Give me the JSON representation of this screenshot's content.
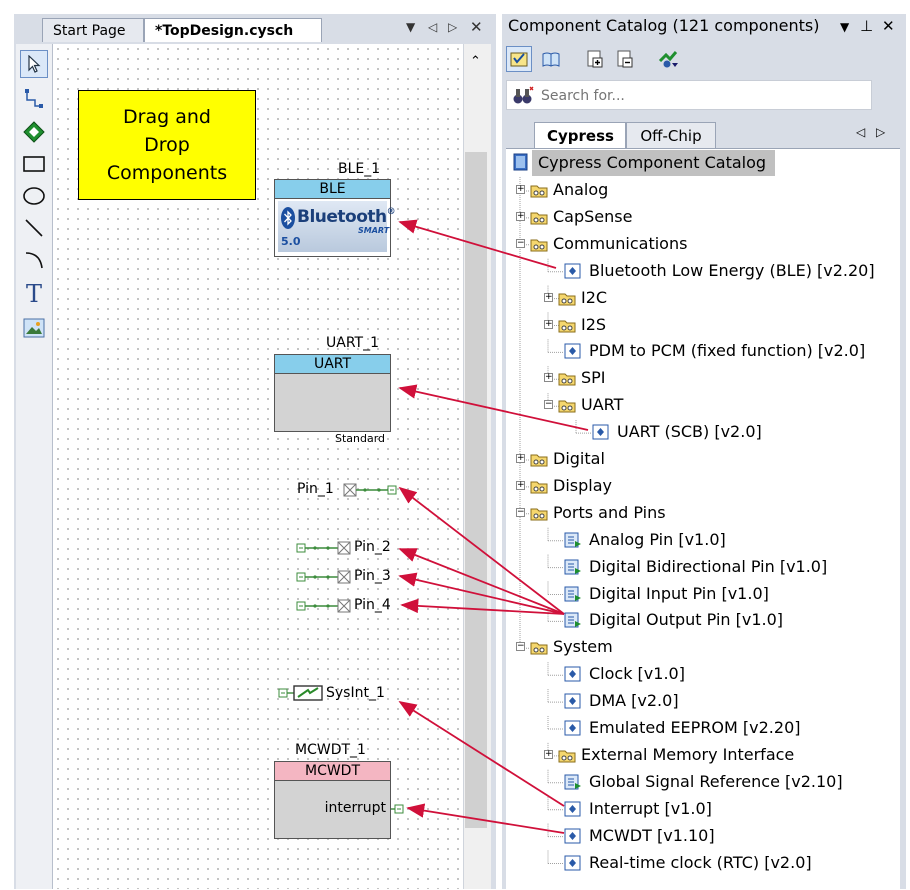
{
  "editor": {
    "tabs": [
      {
        "label": "Start Page",
        "active": false
      },
      {
        "label": "*TopDesign.cysch",
        "active": true
      }
    ],
    "tools": [
      "pointer-icon",
      "wire-icon",
      "diamond-icon",
      "rectangle-icon",
      "ellipse-icon",
      "line-icon",
      "arc-icon",
      "text-icon",
      "image-icon"
    ],
    "note": {
      "lines": [
        "Drag and",
        "Drop",
        "Components"
      ]
    },
    "components": {
      "ble": {
        "instance": "BLE_1",
        "type": "BLE",
        "logo_text": "Bluetooth",
        "logo_reg": "®",
        "logo_sub": "SMART",
        "version": "5.0",
        "header_color": "#87ceeb"
      },
      "uart": {
        "instance": "UART_1",
        "type": "UART",
        "footer": "Standard",
        "header_color": "#87ceeb"
      },
      "pins": [
        "Pin_1",
        "Pin_2",
        "Pin_3",
        "Pin_4"
      ],
      "sysint": {
        "instance": "SysInt_1"
      },
      "mcwdt": {
        "instance": "MCWDT_1",
        "type": "MCWDT",
        "terminal": "interrupt",
        "header_color": "#f4b6c2"
      }
    }
  },
  "catalog": {
    "title": "Component Catalog (121 components)",
    "search": {
      "placeholder": "Search for..."
    },
    "tabs": [
      {
        "label": "Cypress",
        "active": true
      },
      {
        "label": "Off-Chip",
        "active": false
      }
    ],
    "tree": {
      "root": "Cypress Component Catalog",
      "items": [
        {
          "label": "Analog",
          "kind": "folder",
          "state": "collapsed"
        },
        {
          "label": "CapSense",
          "kind": "folder",
          "state": "collapsed"
        },
        {
          "label": "Communications",
          "kind": "folder",
          "state": "expanded"
        },
        {
          "label": "Bluetooth Low Energy (BLE) [v2.20]",
          "kind": "component"
        },
        {
          "label": "I2C",
          "kind": "folder",
          "state": "collapsed"
        },
        {
          "label": "I2S",
          "kind": "folder",
          "state": "collapsed"
        },
        {
          "label": "PDM to PCM (fixed function) [v2.0]",
          "kind": "component"
        },
        {
          "label": "SPI",
          "kind": "folder",
          "state": "collapsed"
        },
        {
          "label": "UART",
          "kind": "folder",
          "state": "expanded"
        },
        {
          "label": "UART (SCB) [v2.0]",
          "kind": "component"
        },
        {
          "label": "Digital",
          "kind": "folder",
          "state": "collapsed"
        },
        {
          "label": "Display",
          "kind": "folder",
          "state": "collapsed"
        },
        {
          "label": "Ports and Pins",
          "kind": "folder",
          "state": "expanded"
        },
        {
          "label": "Analog Pin [v1.0]",
          "kind": "pin"
        },
        {
          "label": "Digital Bidirectional Pin [v1.0]",
          "kind": "pin"
        },
        {
          "label": "Digital Input Pin [v1.0]",
          "kind": "pin"
        },
        {
          "label": "Digital Output Pin [v1.0]",
          "kind": "pin"
        },
        {
          "label": "System",
          "kind": "folder",
          "state": "expanded"
        },
        {
          "label": "Clock [v1.0]",
          "kind": "component"
        },
        {
          "label": "DMA [v2.0]",
          "kind": "component"
        },
        {
          "label": "Emulated EEPROM [v2.20]",
          "kind": "component"
        },
        {
          "label": "External Memory Interface",
          "kind": "folder",
          "state": "collapsed"
        },
        {
          "label": "Global Signal Reference [v2.10]",
          "kind": "pin"
        },
        {
          "label": "Interrupt [v1.0]",
          "kind": "component"
        },
        {
          "label": "MCWDT [v1.10]",
          "kind": "component"
        },
        {
          "label": "Real-time clock (RTC) [v2.0]",
          "kind": "component"
        }
      ]
    }
  },
  "colors": {
    "arrow": "#d0103a",
    "note_bg": "#ffff00",
    "pin_green": "#3c8c3c"
  }
}
